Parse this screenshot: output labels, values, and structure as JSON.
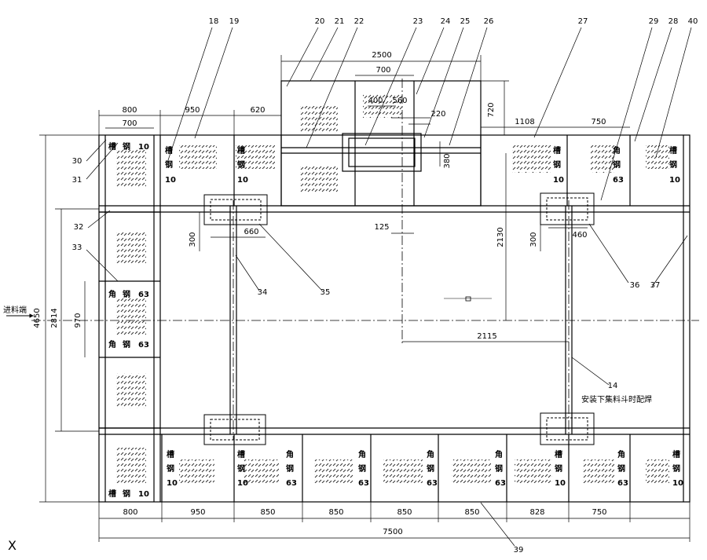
{
  "drawing": {
    "callouts": [
      "18",
      "19",
      "20",
      "21",
      "22",
      "23",
      "24",
      "25",
      "26",
      "27",
      "29",
      "28",
      "40",
      "30",
      "31",
      "32",
      "33",
      "34",
      "35",
      "36",
      "37",
      "14",
      "39"
    ],
    "dims": {
      "top_800": "800",
      "top_700": "700",
      "top_950": "950",
      "top_620": "620",
      "top_2500": "2500",
      "top_700b": "700",
      "top_400": "400",
      "top_560": "560",
      "top_220": "220",
      "top_720": "720",
      "top_380": "380",
      "top_1108": "1108",
      "top_750": "750",
      "mid_125": "125",
      "mid_2130": "2130",
      "mid_300a": "300",
      "mid_660": "660",
      "mid_300b": "300",
      "mid_460": "460",
      "mid_2115": "2115",
      "left_4650": "4650",
      "left_2814": "2814",
      "left_970": "970",
      "bot_800": "800",
      "bot_950": "950",
      "bot_850a": "850",
      "bot_850b": "850",
      "bot_850c": "850",
      "bot_850d": "850",
      "bot_828": "828",
      "bot_750": "750",
      "bot_7500": "7500"
    },
    "material": {
      "channel": [
        "槽",
        "钢",
        "10"
      ],
      "angle": [
        "角",
        "钢",
        "63"
      ]
    },
    "feed_label": "进料端",
    "note14": "安装下集料斗时配焊",
    "corner_mark": "X"
  }
}
